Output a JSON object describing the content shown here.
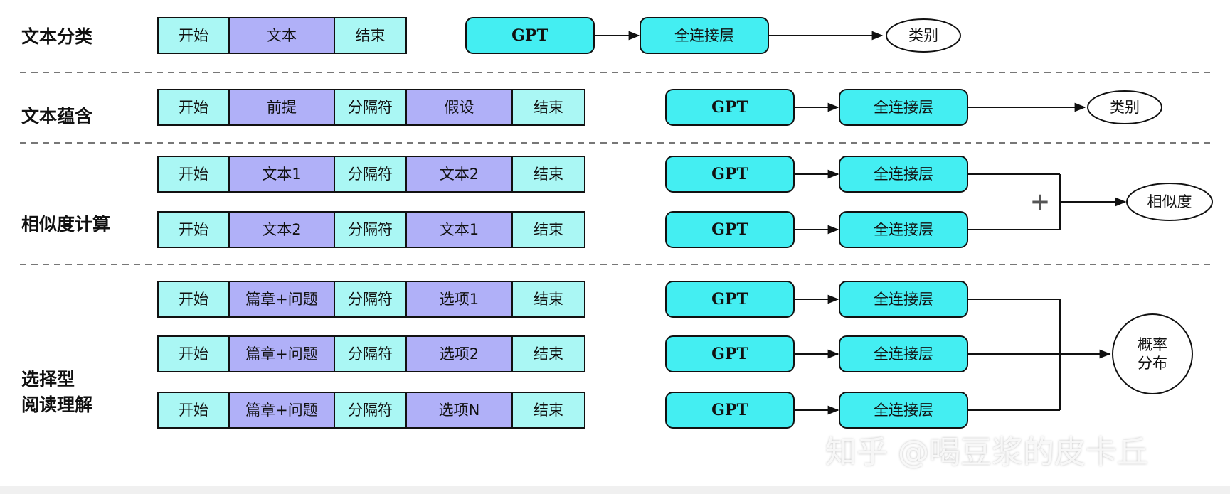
{
  "colors": {
    "token_light": "#aaf7f4",
    "token_purple": "#b0b0f8",
    "gpt_fill": "#44eef2",
    "red_arrow": "#e8141c",
    "line": "#111111",
    "separator": "#777777"
  },
  "tasks": [
    {
      "label": "文本分类",
      "rows": [
        {
          "tokens": [
            "开始",
            "文本",
            "结束"
          ],
          "gpt": "GPT",
          "fc": "全连接层"
        }
      ],
      "output": "类别"
    },
    {
      "label": "文本蕴含",
      "rows": [
        {
          "tokens": [
            "开始",
            "前提",
            "分隔符",
            "假设",
            "结束"
          ],
          "gpt": "GPT",
          "fc": "全连接层"
        }
      ],
      "output": "类别"
    },
    {
      "label": "相似度计算",
      "rows": [
        {
          "tokens": [
            "开始",
            "文本1",
            "分隔符",
            "文本2",
            "结束"
          ],
          "gpt": "GPT",
          "fc": "全连接层"
        },
        {
          "tokens": [
            "开始",
            "文本2",
            "分隔符",
            "文本1",
            "结束"
          ],
          "gpt": "GPT",
          "fc": "全连接层"
        }
      ],
      "combine": "+",
      "output": "相似度"
    },
    {
      "label": "选择型\n阅读理解",
      "rows": [
        {
          "tokens": [
            "开始",
            "篇章+问题",
            "分隔符",
            "选项1",
            "结束"
          ],
          "gpt": "GPT",
          "fc": "全连接层"
        },
        {
          "tokens": [
            "开始",
            "篇章+问题",
            "分隔符",
            "选项2",
            "结束"
          ],
          "gpt": "GPT",
          "fc": "全连接层"
        },
        {
          "tokens": [
            "开始",
            "篇章+问题",
            "分隔符",
            "选项N",
            "结束"
          ],
          "gpt": "GPT",
          "fc": "全连接层"
        }
      ],
      "output": "概率\n分布"
    }
  ],
  "watermark": "知乎 @喝豆浆的皮卡丘"
}
